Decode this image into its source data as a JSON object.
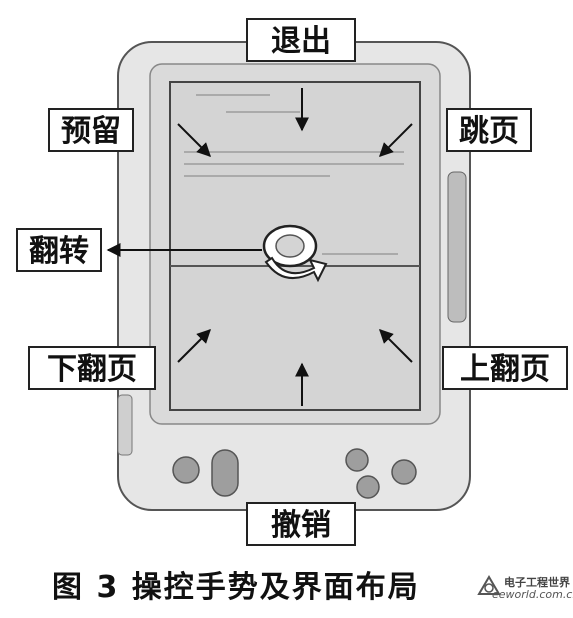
{
  "labels": {
    "exit": "退出",
    "reserve": "预留",
    "jump_page": "跳页",
    "flip": "翻转",
    "next_page": "下翻页",
    "prev_page": "上翻页",
    "undo": "撤销"
  },
  "caption": "图 3   操控手势及界面布局",
  "watermark": {
    "brand": "电子工程世界",
    "site": "eeworld.com.cn"
  },
  "colors": {
    "device_body": "#e6e6e6",
    "screen": "#d4d4d4",
    "outline": "#222222",
    "text": "#111111"
  },
  "icons": {
    "rotate": "curved-rotate-arrow-icon",
    "buttons": "device-round-button-icon"
  }
}
